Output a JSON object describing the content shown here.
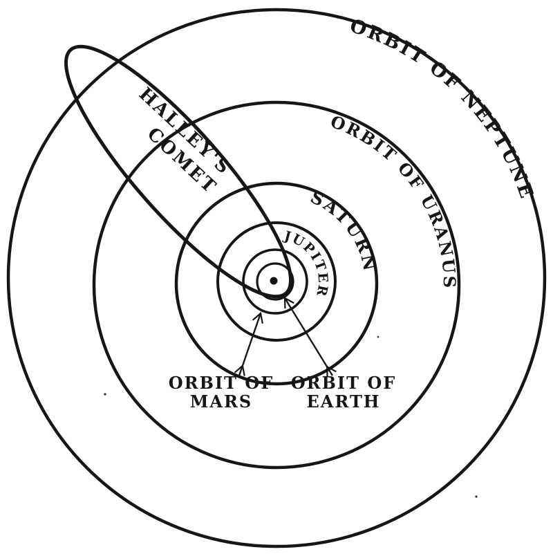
{
  "diagram": {
    "description": "Concentric planetary orbits with the elongated orbit of Halley's Comet",
    "colors": {
      "ink": "#161616",
      "background": "#ffffff"
    },
    "orbits": [
      {
        "id": "neptune",
        "label": "ORBIT OF NEPTUNE"
      },
      {
        "id": "uranus",
        "label": "ORBIT OF URANUS"
      },
      {
        "id": "saturn",
        "label": "SATURN"
      },
      {
        "id": "jupiter",
        "label": "JUPITER"
      },
      {
        "id": "mars",
        "line1": "ORBIT OF",
        "line2": "MARS"
      },
      {
        "id": "earth",
        "line1": "ORBIT OF",
        "line2": "EARTH"
      }
    ],
    "comet": {
      "line1": "HALLEY'S",
      "line2": "COMET"
    }
  }
}
